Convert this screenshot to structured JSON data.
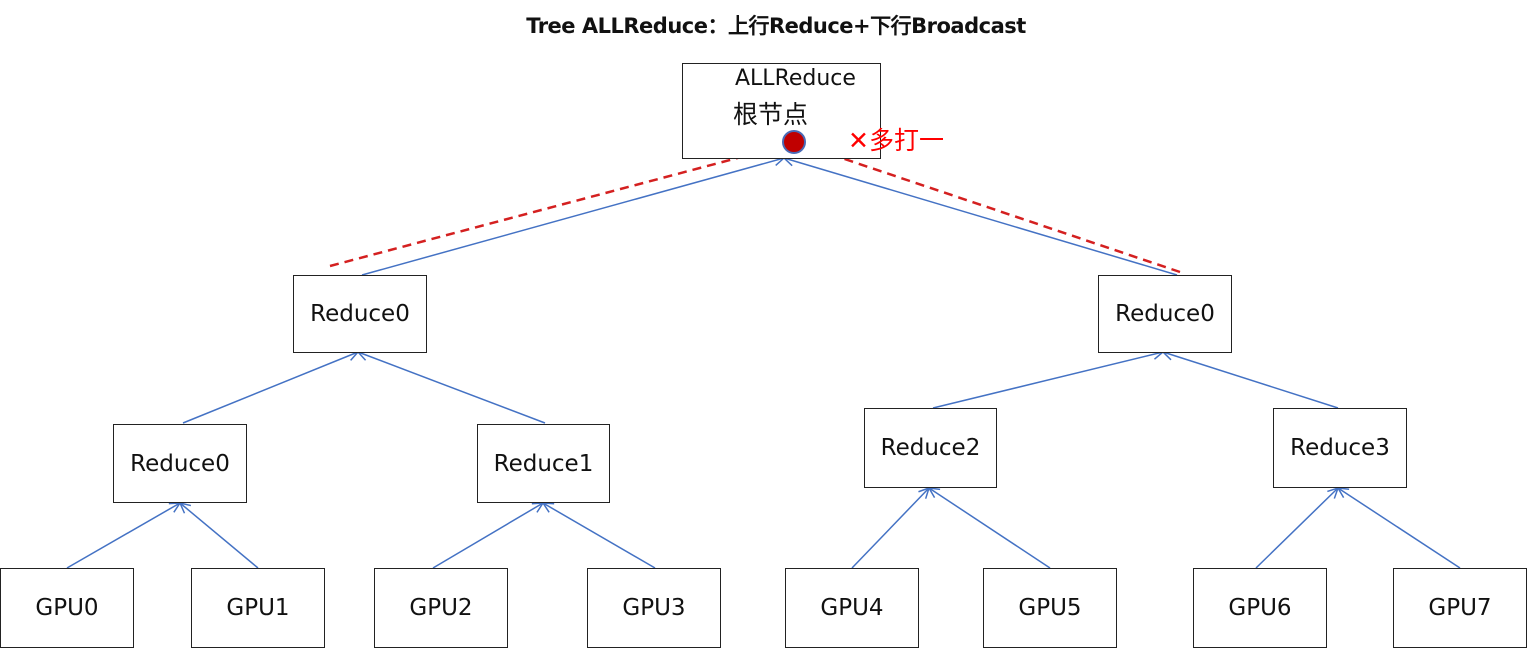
{
  "title": "Tree ALLReduce：上行Reduce+下行Broadcast",
  "root": {
    "line1": "ALLReduce",
    "line2": "根节点"
  },
  "annotation": "✕多打一",
  "level1": [
    "Reduce0",
    "Reduce0"
  ],
  "level2": [
    "Reduce0",
    "Reduce1",
    "Reduce2",
    "Reduce3"
  ],
  "gpus": [
    "GPU0",
    "GPU1",
    "GPU2",
    "GPU3",
    "GPU4",
    "GPU5",
    "GPU6",
    "GPU7"
  ],
  "colors": {
    "edge": "#4472c4",
    "dashed": "#d42020",
    "dot_fill": "#c00000",
    "annotation": "#ff0000"
  }
}
